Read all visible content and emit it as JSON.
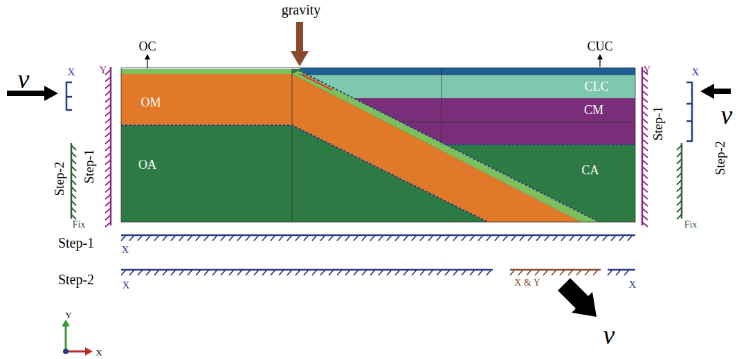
{
  "diagram": {
    "labels": [
      "gravity",
      "OC",
      "CUC",
      "X",
      "Y",
      "Y",
      "X",
      "v",
      "CLC",
      "OM",
      "CM",
      "v",
      "Step-2",
      "Step-1",
      "Step-1",
      "Step-2",
      "OA",
      "CA",
      "Fix",
      "Fix",
      "Step-1",
      "X",
      "Step-2",
      "X",
      "X & Y",
      "X",
      "v",
      "Y",
      "X"
    ]
  }
}
